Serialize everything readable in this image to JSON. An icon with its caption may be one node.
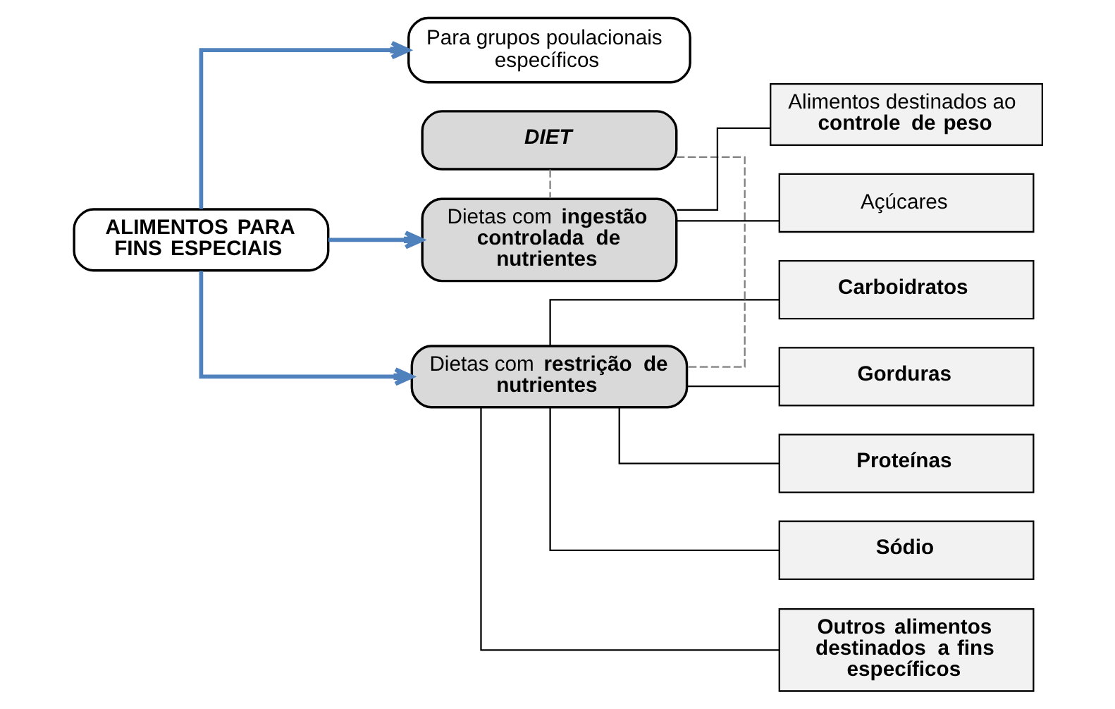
{
  "diagram": {
    "nodes": [
      {
        "text": [
          "ALIMENTOS PARA FINS ESPECIAIS"
        ]
      },
      {
        "text": [
          "Dietas com **restrição de nutrientes**"
        ]
      },
      {
        "text": [
          "DIET"
        ]
      },
      {
        "text": [
          "Dietas com **ingestão controlada de nutrientes**"
        ]
      },
      {
        "text": [
          "Para grupos poulacionais específicos"
        ]
      },
      {
        "text": [
          "Carboidratos"
        ]
      },
      {
        "text": [
          "Gorduras"
        ]
      },
      {
        "text": [
          "Proteínas"
        ]
      },
      {
        "text": [
          "Sódio"
        ]
      },
      {
        "text": [
          "Outros alimentos destinados a fins específicos"
        ]
      },
      {
        "text": [
          "Açúcares"
        ]
      },
      {
        "text": [
          "Alimentos destinados ao **controle de peso**"
        ]
      }
    ],
    "edges": [
      {
        "from": 0,
        "to": 1,
        "arrow": "to",
        "style": "thick",
        "color": "#4f81bd"
      },
      {
        "from": 0,
        "to": 3,
        "arrow": "to",
        "style": "thick",
        "color": "#4f81bd"
      },
      {
        "from": 0,
        "to": 4,
        "arrow": "to",
        "style": "thick",
        "color": "#4f81bd"
      },
      {
        "from": 2,
        "to": 1,
        "arrow": "none",
        "style": "dashed",
        "color": "#808080"
      },
      {
        "from": 2,
        "to": 3,
        "arrow": "none",
        "style": "dashed",
        "color": "#808080"
      },
      {
        "from": 1,
        "to": 5,
        "arrow": "none"
      },
      {
        "from": 1,
        "to": 6,
        "arrow": "none"
      },
      {
        "from": 1,
        "to": 7,
        "arrow": "none"
      },
      {
        "from": 1,
        "to": 8,
        "arrow": "none"
      },
      {
        "from": 1,
        "to": 9,
        "arrow": "none"
      },
      {
        "from": 3,
        "to": 10,
        "arrow": "none"
      },
      {
        "from": 3,
        "to": 11,
        "arrow": "none"
      }
    ]
  }
}
